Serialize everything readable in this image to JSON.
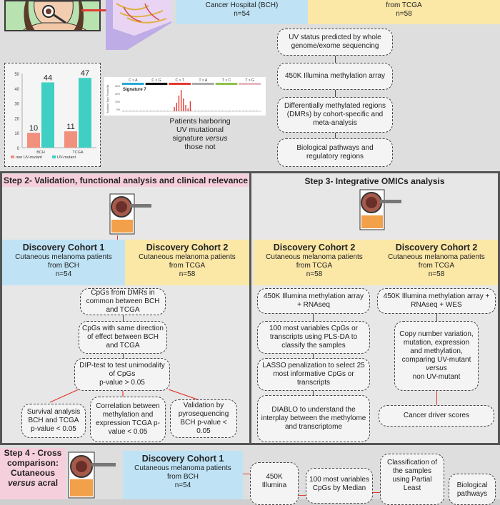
{
  "top": {
    "bch_box": {
      "name": "Cancer Hospital (BCH)",
      "n": "n=54"
    },
    "tcga_box": {
      "name": "from TCGA",
      "n": "n=58"
    },
    "steps": [
      "UV status predicted by whole genome/exome sequencing",
      "450K Illumina methylation array",
      "Differentially methylated regions (DMRs) by cohort-specific and meta-analysis",
      "Biological pathways and regulatory regions"
    ],
    "signature": {
      "categories": [
        "C > A",
        "C > G",
        "C > T",
        "T > A",
        "T > C",
        "T > G"
      ],
      "category_colors": [
        "#2aa7d8",
        "#111111",
        "#e23a32",
        "#aaaaaa",
        "#8fc04a",
        "#e8b7c0"
      ],
      "label": "Signature 7",
      "ylabel": "Mutation Type Probability",
      "yticks": [
        "30%",
        "20%",
        "10%",
        "0%"
      ]
    },
    "signature_caption": [
      "Patients harboring",
      "UV mutational",
      "signature",
      "versus",
      "those not"
    ]
  },
  "chart_data": {
    "type": "bar",
    "categories": [
      "BCH",
      "TCGA"
    ],
    "series": [
      {
        "name": "non UV-mutant",
        "values": [
          10,
          11
        ],
        "color": "#f2907e"
      },
      {
        "name": "UV-mutant",
        "values": [
          44,
          47
        ],
        "color": "#3fd0c3"
      }
    ],
    "yticks": [
      "50",
      "40",
      "30",
      "20",
      "10",
      "0"
    ],
    "ylim": [
      0,
      50
    ],
    "legend_position": "bottom"
  },
  "step2": {
    "title": "Step 2- Validation, functional analysis and clinical relevance",
    "cohort1": {
      "title": "Discovery Cohort 1",
      "line1": "Cutaneous melanoma patients",
      "line2": "from BCH",
      "n": "n=54"
    },
    "cohort2": {
      "title": "Discovery Cohort 2",
      "line1": "Cutaneous melanoma patients",
      "line2": "from TCGA",
      "n": "n=58"
    },
    "box_common": "CpGs from DMRs in common between BCH and TCGA",
    "box_direction": "CpGs with same direction of effect between BCH and TCGA",
    "box_dip_line1": "DIP-test to test unimodality of CpGs",
    "box_dip_line2": "p-value > 0.05",
    "box_survival": "Survival analysis BCH and TCGA p-value < 0.05",
    "box_correlation": "Correlation between methylation and expression TCGA p-value < 0.05",
    "box_validation": "Validation by pyrosequencing BCH p-value < 0.05"
  },
  "step3": {
    "title": "Step 3- Integrative OMICs analysis",
    "cohortA": {
      "title": "Discovery Cohort 2",
      "line1": "Cutaneous melanoma patients",
      "line2": "from TCGA",
      "n": "n=58"
    },
    "cohortB": {
      "title": "Discovery Cohort 2",
      "line1": "Cutaneous melanoma patients",
      "line2": "from TCGA",
      "n": "n=58"
    },
    "left_boxes": [
      "450K Illumina methylation array + RNAseq",
      "100 most variables CpGs or transcripts using PLS-DA to classify the samples",
      "LASSO penalization to select 25 most informative CpGs or transcripts",
      "DIABLO to understand the interplay between the methylome and transcriptome"
    ],
    "right_box1": "450K Illumina methylation array + RNAseq + WES",
    "right_box2_pre": "Copy number variation, mutation, expression and methylation, comparing UV-mutant",
    "right_box2_versus": "versus",
    "right_box2_post": "non UV-mutant",
    "right_box3": "Cancer driver scores"
  },
  "step4": {
    "title_lines": [
      "Step 4 - Cross",
      "comparison:",
      "Cutaneous",
      "versus",
      "acral"
    ],
    "cohort": {
      "title": "Discovery Cohort 1",
      "line1": "Cutaneous melanoma patients",
      "line2": "from BCH",
      "n": "n=54"
    },
    "boxes": [
      "450K Illumina",
      "100 most variables CpGs by Median",
      "Classification of the samples using Partial Least",
      "Biological pathways"
    ]
  }
}
